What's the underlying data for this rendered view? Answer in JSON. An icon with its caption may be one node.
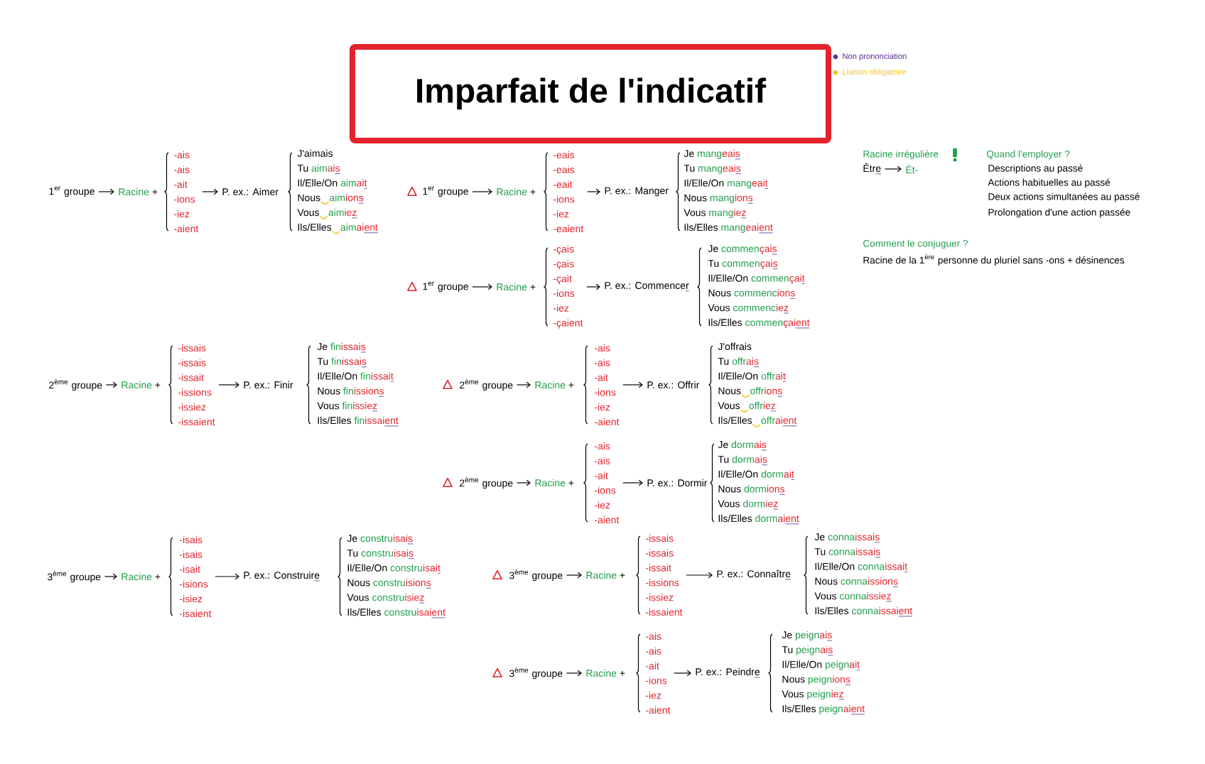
{
  "diagram": {
    "title": "Imparfait de l'indicatif",
    "nodes": [
      {
        "text": [
          "1$^{er}$ groupe"
        ]
      },
      {
        "text": [
          "Racine +"
        ]
      },
      {
        "text": [
          "-ais",
          "-ais",
          "-ait",
          "-ions",
          "-iez",
          "-aient"
        ]
      },
      {
        "text": [
          "P. ex.: Aimer"
        ]
      },
      {
        "text": [
          "J'aimais",
          "Tu aimais",
          "Il/Elle/On aimait",
          "Nous aimions",
          "Vous aimiez",
          "Ils/Elles aimaient"
        ]
      },
      {
        "text": [
          "1$^{er}$ groupe"
        ]
      },
      {
        "text": [
          "Racine +"
        ]
      },
      {
        "text": [
          "-eais",
          "-eais",
          "-eait",
          "-ions",
          "-iez",
          "-eaient"
        ]
      },
      {
        "text": [
          "P. ex.: Manger"
        ]
      },
      {
        "text": [
          "Je mangeais",
          "Tu mangeais",
          "Il/Elle/On mangeait",
          "Nous mangions",
          "Vous mangiez",
          "Ils/Elles mangeaient"
        ]
      },
      {
        "text": [
          "Être"
        ]
      },
      {
        "text": [
          "Ét-"
        ]
      },
      {
        "text": [
          "1$^{er}$ groupe"
        ]
      },
      {
        "text": [
          "Racine +"
        ]
      },
      {
        "text": [
          "-çais",
          "-çais",
          "-çait",
          "-ions",
          "-iez",
          "-çaient"
        ]
      },
      {
        "text": [
          "P. ex.: Commencer"
        ]
      },
      {
        "text": [
          "Je commençais",
          "Tu commençais",
          "Il/Elle/On commençait",
          "Nous commencions",
          "Vous commenciez",
          "Ils/Elles commençaient"
        ]
      },
      {
        "text": [
          "2$^{ème}$ groupe"
        ]
      },
      {
        "text": [
          "Racine +"
        ]
      },
      {
        "text": [
          "-issais",
          "-issais",
          "-issait",
          "-issions",
          "-issiez",
          "-issaient"
        ]
      },
      {
        "text": [
          "P. ex.: Finir"
        ]
      },
      {
        "text": [
          "Je finissais",
          "Tu finissais",
          "Il/Elle/On finissait",
          "Nous finissions",
          "Vous finissiez",
          "Ils/Elles finissaient"
        ]
      },
      {
        "text": [
          "2$^{ème}$ groupe"
        ]
      },
      {
        "text": [
          "Racine +"
        ]
      },
      {
        "text": [
          "-ais",
          "-ais",
          "-ait",
          "-ions",
          "-iez",
          "-aient"
        ]
      },
      {
        "text": [
          "P. ex.: Offrir"
        ]
      },
      {
        "text": [
          "J'offrais",
          "Tu offrais",
          "Il/Elle/On offrait",
          "Nous offrions",
          "Vous offriez",
          "Ils/Elles offraient"
        ]
      },
      {
        "text": [
          "2$^{ème}$ groupe"
        ]
      },
      {
        "text": [
          "Racine +"
        ]
      },
      {
        "text": [
          "-ais",
          "-ais",
          "-ait",
          "-ions",
          "-iez",
          "-aient"
        ]
      },
      {
        "text": [
          "P. ex.: Dormir"
        ]
      },
      {
        "text": [
          "Je dormais",
          "Tu dormais",
          "Il/Elle/On dormait",
          "Nous dormions",
          "Vous dormiez",
          "Ils/Elles dormaient"
        ]
      },
      {
        "text": [
          "3$^{ème}$ groupe"
        ]
      },
      {
        "text": [
          "Racine +"
        ]
      },
      {
        "text": [
          "-isais",
          "-isais",
          "-isait",
          "-isions",
          "-isiez",
          "-isaient"
        ]
      },
      {
        "text": [
          "P. ex.: Construire"
        ]
      },
      {
        "text": [
          "Je construisais",
          "Tu construisais",
          "Il/Elle/On construisait",
          "Nous construisions",
          "Vous construisiez",
          "Ils/Elles construisaient"
        ]
      },
      {
        "text": [
          "3$^{ème}$ groupe"
        ]
      },
      {
        "text": [
          "Racine +"
        ]
      },
      {
        "text": [
          "-issais",
          "-issais",
          "-issait",
          "-issions",
          "-issiez",
          "-issaient"
        ]
      },
      {
        "text": [
          "P. ex.: Connaître"
        ]
      },
      {
        "text": [
          "Je connaissais",
          "Tu connaissais",
          "Il/Elle/On connaissait",
          "Nous connaissions",
          "Vous connaissiez",
          "Ils/Elles connaissaient"
        ]
      },
      {
        "text": [
          "3$^{ème}$ groupe"
        ]
      },
      {
        "text": [
          "Racine +"
        ]
      },
      {
        "text": [
          "-ais",
          "-ais",
          "-ait",
          "-ions",
          "-iez",
          "-aient"
        ]
      },
      {
        "text": [
          "P. ex.: Peindre"
        ]
      },
      {
        "text": [
          "Je peignais",
          "Tu peignais",
          "Il/Elle/On peignait",
          "Nous peignions",
          "Vous peigniez",
          "Ils/Elles peignaient"
        ]
      }
    ],
    "edges": [
      {
        "from": 0,
        "to": 1,
        "arrow": "to"
      },
      {
        "from": 2,
        "to": 3,
        "arrow": "to"
      },
      {
        "from": 5,
        "to": 6,
        "arrow": "to"
      },
      {
        "from": 7,
        "to": 8,
        "arrow": "to"
      },
      {
        "from": 10,
        "to": 11,
        "arrow": "to"
      },
      {
        "from": 12,
        "to": 13,
        "arrow": "to"
      },
      {
        "from": 14,
        "to": 15,
        "arrow": "to"
      },
      {
        "from": 17,
        "to": 18,
        "arrow": "to"
      },
      {
        "from": 19,
        "to": 20,
        "arrow": "to"
      },
      {
        "from": 22,
        "to": 23,
        "arrow": "to"
      },
      {
        "from": 24,
        "to": 25,
        "arrow": "to"
      },
      {
        "from": 27,
        "to": 28,
        "arrow": "to"
      },
      {
        "from": 29,
        "to": 30,
        "arrow": "to"
      },
      {
        "from": 32,
        "to": 33,
        "arrow": "to"
      },
      {
        "from": 34,
        "to": 35,
        "arrow": "to"
      },
      {
        "from": 37,
        "to": 38,
        "arrow": "to"
      },
      {
        "from": 39,
        "to": 40,
        "arrow": "to"
      },
      {
        "from": 42,
        "to": 43,
        "arrow": "to"
      },
      {
        "from": 44,
        "to": 45,
        "arrow": "to"
      }
    ],
    "labels": [
      "Racine irrégulière",
      "Quand l'employer ?",
      "Descriptions au passé",
      "Actions habituelles au passé",
      "Deux actions simultanées au passé",
      "Prolongation d'une action passée",
      "Comment le conjuguer ?",
      "Racine de la 1$^{ère}$ personne du pluriel sans -ons + désinences"
    ],
    "legend": [
      {
        "text": "Non prononciation",
        "color": "#5c2d91"
      },
      {
        "text": "Liaison obligatoire",
        "color": "#f2c21b"
      }
    ]
  }
}
